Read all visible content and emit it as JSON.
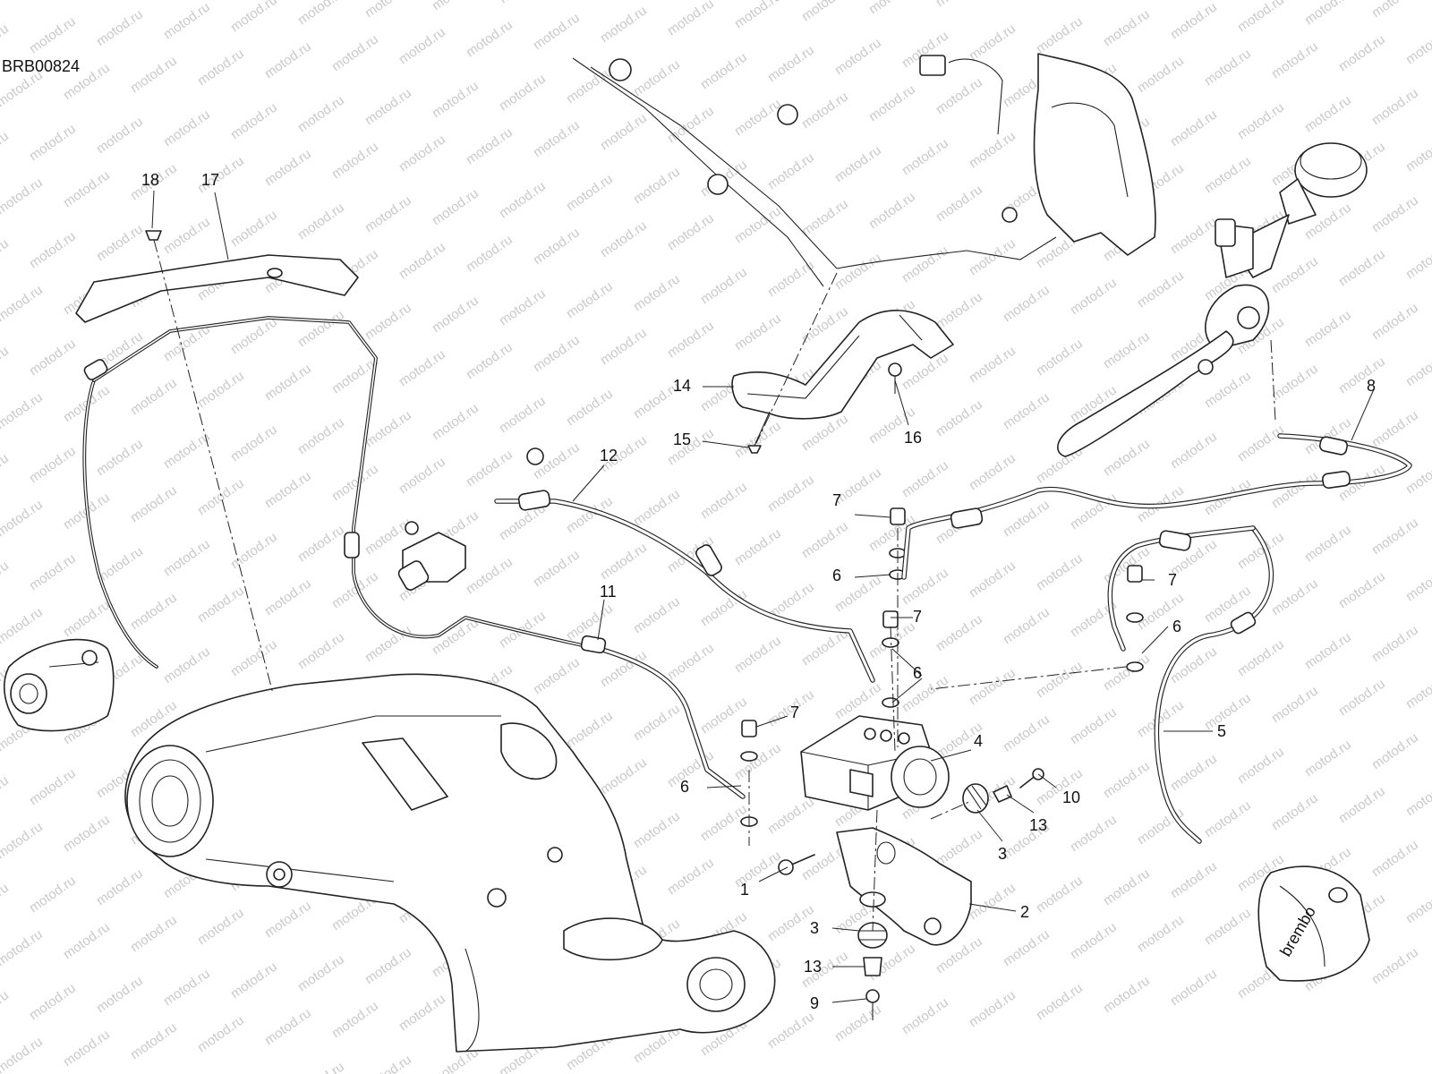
{
  "figure": {
    "code": "BRB00824",
    "watermark": "motod.ru"
  },
  "callouts": [
    {
      "id": "c18",
      "label": "18"
    },
    {
      "id": "c17",
      "label": "17"
    },
    {
      "id": "c14",
      "label": "14"
    },
    {
      "id": "c15",
      "label": "15"
    },
    {
      "id": "c16",
      "label": "16"
    },
    {
      "id": "c12",
      "label": "12"
    },
    {
      "id": "c8",
      "label": "8"
    },
    {
      "id": "c11",
      "label": "11"
    },
    {
      "id": "c7a",
      "label": "7"
    },
    {
      "id": "c6a",
      "label": "6"
    },
    {
      "id": "c7b",
      "label": "7"
    },
    {
      "id": "c6b",
      "label": "6"
    },
    {
      "id": "c7c",
      "label": "7"
    },
    {
      "id": "c6c",
      "label": "6"
    },
    {
      "id": "c7d",
      "label": "7"
    },
    {
      "id": "c6d",
      "label": "6"
    },
    {
      "id": "c4",
      "label": "4"
    },
    {
      "id": "c5",
      "label": "5"
    },
    {
      "id": "c10",
      "label": "10"
    },
    {
      "id": "c13a",
      "label": "13"
    },
    {
      "id": "c3a",
      "label": "3"
    },
    {
      "id": "c1",
      "label": "1"
    },
    {
      "id": "c2",
      "label": "2"
    },
    {
      "id": "c3b",
      "label": "3"
    },
    {
      "id": "c13b",
      "label": "13"
    },
    {
      "id": "c9",
      "label": "9"
    }
  ]
}
